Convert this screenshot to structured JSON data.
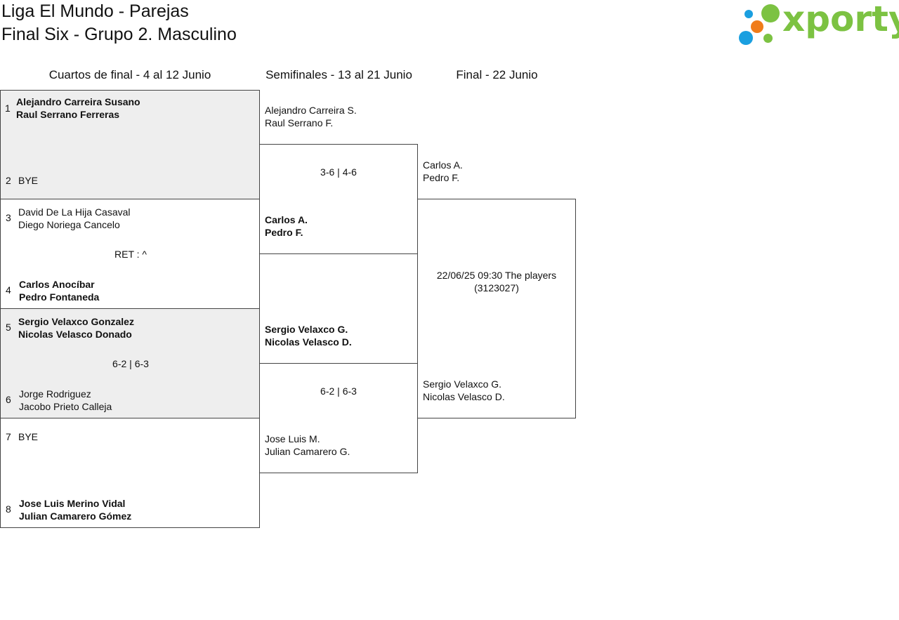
{
  "title_line1": "Liga El Mundo - Parejas",
  "title_line2": "Final Six - Grupo 2. Masculino",
  "logo_text": "xporty",
  "rounds": {
    "quarters": "Cuartos de final - 4 al 12 Junio",
    "semis": "Semifinales - 13 al 21 Junio",
    "final": "Final - 22 Junio"
  },
  "quarters": [
    {
      "seed_a": "1",
      "a1": "Alejandro Carreira Susano",
      "a2": "Raul Serrano Ferreras",
      "seed_b": "2",
      "b1": "BYE",
      "b2": "",
      "score": ""
    },
    {
      "seed_a": "3",
      "a1": "David De La Hija Casaval",
      "a2": "Diego Noriega Cancelo",
      "seed_b": "4",
      "b1": "Carlos Anocíbar",
      "b2": "Pedro Fontaneda",
      "score": "RET : ^"
    },
    {
      "seed_a": "5",
      "a1": "Sergio Velaxco Gonzalez",
      "a2": "Nicolas Velasco Donado",
      "seed_b": "6",
      "b1": "Jorge Rodriguez",
      "b2": "Jacobo Prieto Calleja",
      "score": "6-2 | 6-3"
    },
    {
      "seed_a": "7",
      "a1": "BYE",
      "a2": "",
      "seed_b": "8",
      "b1": "Jose Luis Merino Vidal",
      "b2": "Julian Camarero Gómez",
      "score": ""
    }
  ],
  "semis": [
    {
      "a1": "Alejandro Carreira S.",
      "a2": "Raul Serrano F.",
      "b1": "Carlos A.",
      "b2": "Pedro F.",
      "score": "3-6 | 4-6"
    },
    {
      "a1": "Sergio Velaxco G.",
      "a2": "Nicolas Velasco D.",
      "b1": "Jose Luis M.",
      "b2": "Julian Camarero G.",
      "score": "6-2 | 6-3"
    }
  ],
  "final": {
    "a1": "Carlos A.",
    "a2": "Pedro F.",
    "b1": "Sergio Velaxco G.",
    "b2": "Nicolas Velasco D.",
    "info": "22/06/25 09:30 The players (3123027)"
  },
  "colors": {
    "logo_green": "#7cc242",
    "logo_blue": "#1a9fe0",
    "logo_orange": "#f07c1a",
    "match_gray": "#eeeeee"
  }
}
